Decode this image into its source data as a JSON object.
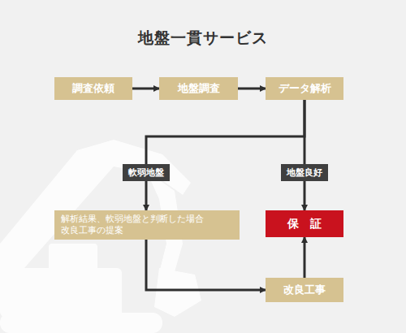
{
  "diagram": {
    "title": "地盤一貫サービス",
    "nodes": [
      {
        "text": [
          "調査依頼"
        ]
      },
      {
        "text": [
          "地盤調査"
        ]
      },
      {
        "text": [
          "データ解析"
        ]
      },
      {
        "text": [
          "解析結果、軟弱地盤と判断した場合 改良工事の提案"
        ]
      },
      {
        "text": [
          "保　証"
        ]
      },
      {
        "text": [
          "改良工事"
        ]
      }
    ],
    "edges": [
      {
        "from": 0,
        "to": 1,
        "arrow": "to"
      },
      {
        "from": 1,
        "to": 2,
        "arrow": "to"
      },
      {
        "from": 2,
        "to": 3,
        "label": "軟弱地盤",
        "arrow": "to"
      },
      {
        "from": 2,
        "to": 4,
        "label": "地盤良好",
        "arrow": "to"
      },
      {
        "from": 3,
        "to": 5,
        "arrow": "to"
      },
      {
        "from": 5,
        "to": 4,
        "arrow": "to"
      }
    ]
  }
}
